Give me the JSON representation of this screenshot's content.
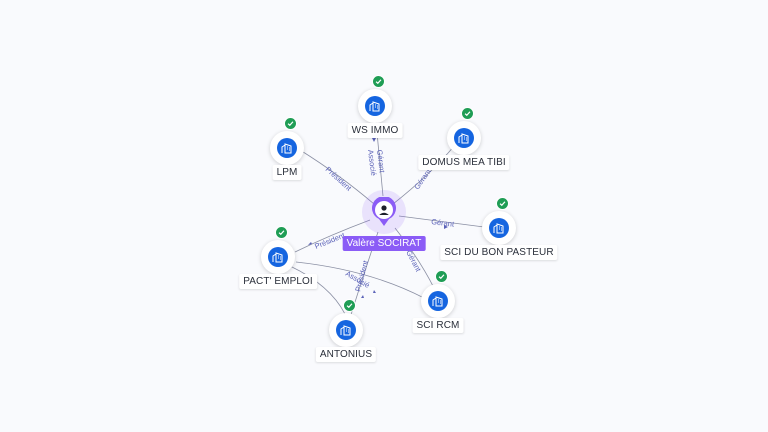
{
  "center": {
    "name": "Valère SOCIRAT",
    "icon": "person-icon",
    "color": "#8b5cf6"
  },
  "companies": [
    {
      "name": "WS IMMO",
      "icon": "building-icon",
      "verified": true
    },
    {
      "name": "LPM",
      "icon": "building-icon",
      "verified": true
    },
    {
      "name": "DOMUS MEA TIBI",
      "icon": "building-icon",
      "verified": true
    },
    {
      "name": "SCI DU BON PASTEUR",
      "icon": "building-icon",
      "verified": true
    },
    {
      "name": "PACT' EMPLOI",
      "icon": "building-icon",
      "verified": true
    },
    {
      "name": "SCI RCM",
      "icon": "building-icon",
      "verified": true
    },
    {
      "name": "ANTONIUS",
      "icon": "building-icon",
      "verified": true
    }
  ],
  "relations": [
    {
      "label": "Gérant"
    },
    {
      "label": "Associé"
    },
    {
      "label": "Président"
    },
    {
      "label": "Gérant"
    },
    {
      "label": "Gérant"
    },
    {
      "label": "Président"
    },
    {
      "label": "Gérant"
    },
    {
      "label": "Président"
    },
    {
      "label": "Associé"
    }
  ],
  "colors": {
    "company": "#1565e0",
    "verified": "#1f9d55",
    "edge": "#8a8fa3",
    "edge_label": "#5b62b8"
  }
}
